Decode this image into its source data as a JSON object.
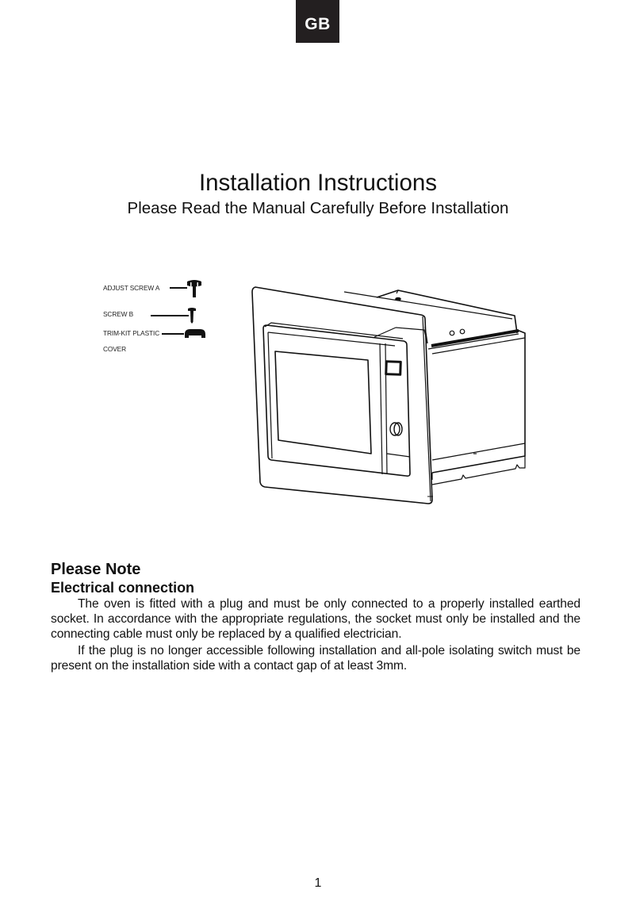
{
  "header": {
    "language_tab": "GB"
  },
  "title": "Installation Instructions",
  "subtitle": "Please Read the Manual Carefully Before Installation",
  "parts_legend": [
    {
      "label": "ADJUST SCREW A",
      "icon": "adjust-screw-icon"
    },
    {
      "label": "SCREW B",
      "icon": "screw-icon"
    },
    {
      "label": "TRIM-KIT PLASTIC",
      "icon": "plastic-cover-icon"
    },
    {
      "label": "COVER"
    }
  ],
  "illustration": {
    "subject": "built-in microwave oven with trim kit frame"
  },
  "note": {
    "heading": "Please Note",
    "subheading": "Electrical connection",
    "paragraphs": [
      "The oven is fitted with a plug and must be only connected to a properly installed earthed socket. In accordance with the appropriate regulations, the socket must only be installed and the connecting cable must only be replaced by a qualified electrician.",
      "If the plug is no longer accessible following installation and all-pole isolating switch must be present on the installation side with a contact gap of at least 3mm."
    ]
  },
  "footer": {
    "page_number": "1"
  },
  "colors": {
    "tab_background": "#231f20",
    "tab_text": "#ffffff",
    "text": "#111111"
  }
}
